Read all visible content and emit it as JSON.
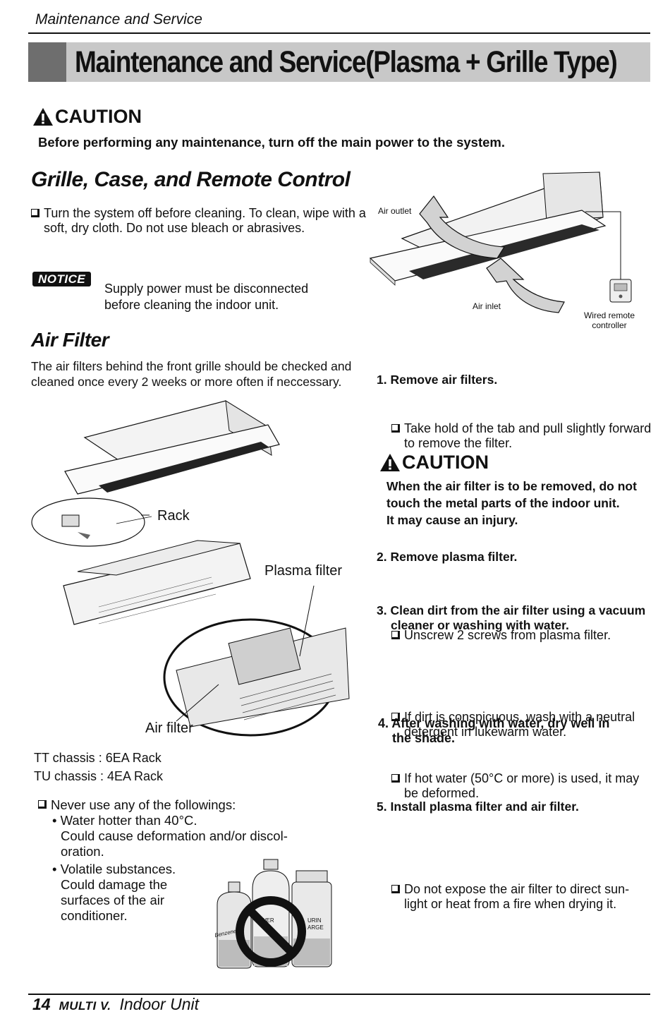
{
  "header": {
    "section_label": "Maintenance and Service"
  },
  "title": "Maintenance and Service(Plasma + Grille Type)",
  "caution_top": {
    "heading": "CAUTION",
    "text": "Before performing any maintenance, turn off the main power to the system."
  },
  "grille": {
    "title": "Grille, Case, and Remote Control",
    "bullet_line1": "Turn the system off before cleaning. To clean, wipe with a",
    "bullet_line2": "soft, dry cloth. Do not use bleach or abrasives."
  },
  "notice": {
    "badge": "NOTICE",
    "line1": "Supply power must be disconnected",
    "line2": "before cleaning the indoor unit."
  },
  "diagram_top": {
    "air_outlet": "Air outlet",
    "air_inlet": "Air inlet",
    "remote_line1": "Wired remote",
    "remote_line2": "controller"
  },
  "air_filter": {
    "title": "Air Filter",
    "intro_line1": "The air filters behind the front grille should be checked and",
    "intro_line2": "cleaned once every 2 weeks or more often if neccessary."
  },
  "diagram_left": {
    "rack": "Rack",
    "plasma_filter": "Plasma filter",
    "air_filter": "Air filter"
  },
  "chassis": {
    "tt": "TT chassis : 6EA Rack",
    "tu": "TU chassis : 4EA Rack"
  },
  "never_use": {
    "lead": "Never use any of the followings:",
    "item1_line1": "• Water hotter than 40°C.",
    "item1_line2": "Could cause deformation and/or discol-",
    "item1_line3": "oration.",
    "item2_line1": "• Volatile substances.",
    "item2_line2": "Could damage the",
    "item2_line3": "surfaces of the air",
    "item2_line4": "conditioner."
  },
  "bottles": {
    "b1": "Benzene",
    "b2": "WER",
    "b3_line1": "URIN",
    "b3_line2": "ARGE"
  },
  "steps": {
    "s1_title": "1. Remove air filters.",
    "s1_line1": "Take hold of the tab and pull slightly forward",
    "s1_line2": "to remove the filter.",
    "caution_heading": "CAUTION",
    "caution_line1": "When the air filter is to be removed, do not",
    "caution_line2": "touch the metal parts of the indoor unit.",
    "caution_line3": "It may cause an injury.",
    "s2_title": "2. Remove plasma filter.",
    "s2_line1": "Unscrew 2 screws from plasma filter.",
    "s3_title_line1": "3. Clean dirt from the air filter using a vacuum",
    "s3_title_line2": "cleaner or washing with water.",
    "s3_b1_line1": "If dirt is conspicuous, wash with a neutral",
    "s3_b1_line2": "detergent in lukewarm water.",
    "s3_b2_line1": "If hot water (50°C or more) is used, it may",
    "s3_b2_line2": "be deformed.",
    "s4_title_line1": "4. After washing with water, dry well in",
    "s4_title_line2": "the shade.",
    "s4_b1_line1": "Do not expose the air filter to direct sun-",
    "s4_b1_line2": "light or heat from a fire when drying it.",
    "s5_title": "5. Install plasma filter and air filter."
  },
  "footer": {
    "page": "14",
    "brand": "MULTI V.",
    "unit": "Indoor Unit"
  }
}
